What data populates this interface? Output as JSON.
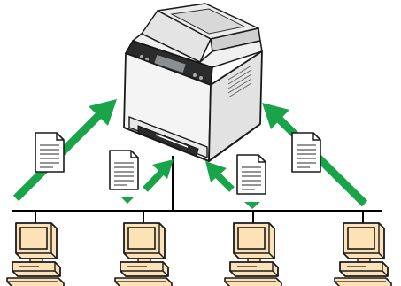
{
  "diagram": {
    "colors": {
      "network_line": "#000000",
      "arrow_green": "#19a44a",
      "computer_fill": "#fde2b8",
      "computer_outline": "#1a1a1a",
      "printer_body": "#f4f4f4",
      "printer_panel": "#2b2b2b",
      "document_fill": "#ffffff"
    },
    "nodes": [
      {
        "id": "printer",
        "kind": "printer",
        "icon": "multifunction-printer-icon"
      },
      {
        "id": "computer-1",
        "kind": "computer",
        "icon": "desktop-computer-icon"
      },
      {
        "id": "computer-2",
        "kind": "computer",
        "icon": "desktop-computer-icon"
      },
      {
        "id": "computer-3",
        "kind": "computer",
        "icon": "desktop-computer-icon"
      },
      {
        "id": "computer-4",
        "kind": "computer",
        "icon": "desktop-computer-icon"
      }
    ],
    "print_jobs": [
      {
        "from": "computer-1",
        "to": "printer",
        "icon": "document-icon"
      },
      {
        "from": "computer-2",
        "to": "printer",
        "icon": "document-icon"
      },
      {
        "from": "computer-3",
        "to": "printer",
        "icon": "document-icon"
      },
      {
        "from": "computer-4",
        "to": "printer",
        "icon": "document-icon"
      }
    ]
  }
}
